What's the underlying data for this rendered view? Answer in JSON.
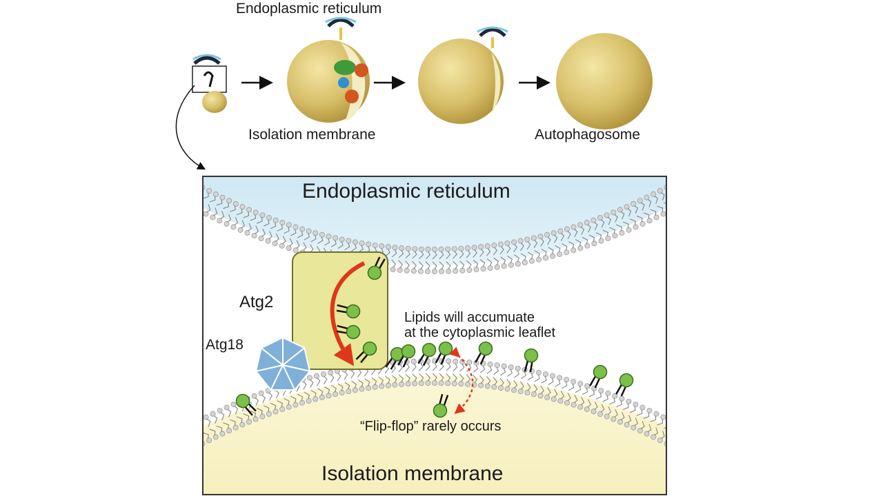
{
  "top_row": {
    "er_label": "Endoplasmic reticulum",
    "isolation_label": "Isolation membrane",
    "autophagosome_label": "Autophagosome"
  },
  "inset": {
    "er_label": "Endoplasmic reticulum",
    "isolation_label": "Isolation membrane",
    "atg2_label": "Atg2",
    "atg18_label": "Atg18",
    "lipid_note_line1": "Lipids will accumuate",
    "lipid_note_line2": "at the cytoplasmic leaflet",
    "flipflop_note": "“Flip-flop” rarely occurs"
  },
  "colors": {
    "membrane_gold": "#d9c06a",
    "atg2_yellow": "#e8e79a",
    "atg18_blue": "#7fb0d8",
    "lipid_green": "#7cc04a",
    "transfer_arrow_red": "#e0361c",
    "er_lumen_blue": "#d6ecf5",
    "isolation_lumen_yellow": "#faf6cf"
  }
}
